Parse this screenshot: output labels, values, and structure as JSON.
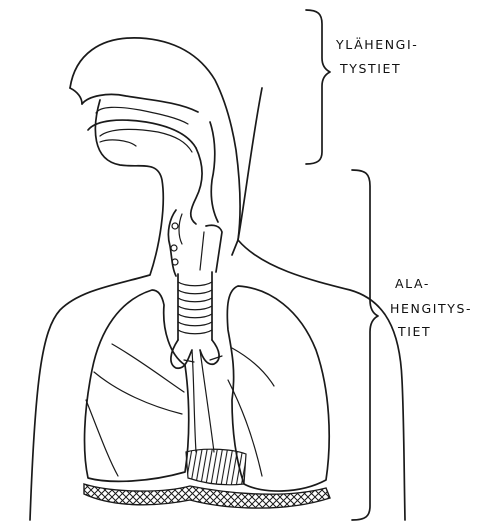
{
  "labels": {
    "upper": {
      "line1": "YLÄHENGI-",
      "line2": "TYSTIET"
    },
    "lower": {
      "line1": "ALA-",
      "line2": "HENGITYS-",
      "line3": "TIET"
    }
  }
}
